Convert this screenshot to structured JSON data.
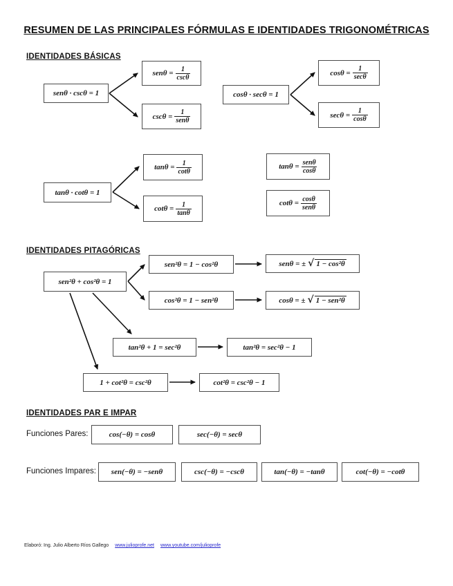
{
  "page": {
    "title": "RESUMEN DE LAS PRINCIPALES FÓRMULAS E IDENTIDADES TRIGONOMÉTRICAS"
  },
  "sections": {
    "basicas": {
      "heading": "IDENTIDADES BÁSICAS",
      "sen_csc": {
        "root": "senθ · cscθ = 1",
        "top": {
          "lhs": "senθ =",
          "num": "1",
          "den": "cscθ"
        },
        "bottom": {
          "lhs": "cscθ =",
          "num": "1",
          "den": "senθ"
        }
      },
      "cos_sec": {
        "root": "cosθ · secθ = 1",
        "top": {
          "lhs": "cosθ =",
          "num": "1",
          "den": "secθ"
        },
        "bottom": {
          "lhs": "secθ =",
          "num": "1",
          "den": "cosθ"
        }
      },
      "tan_cot": {
        "root": "tanθ · cotθ = 1",
        "top": {
          "lhs": "tanθ =",
          "num": "1",
          "den": "cotθ"
        },
        "bottom": {
          "lhs": "cotθ =",
          "num": "1",
          "den": "tanθ"
        }
      },
      "quotient_tan": {
        "lhs": "tanθ =",
        "num": "senθ",
        "den": "cosθ"
      },
      "quotient_cot": {
        "lhs": "cotθ =",
        "num": "cosθ",
        "den": "senθ"
      }
    },
    "pitagoricas": {
      "heading": "IDENTIDADES PITAGÓRICAS",
      "root": "sen²θ + cos²θ = 1",
      "sen_sq": "sen²θ = 1 − cos²θ",
      "cos_sq": "cos²θ = 1 − sen²θ",
      "sen_sqrt": {
        "pre": "senθ = ±",
        "radicand": "1 − cos²θ"
      },
      "cos_sqrt": {
        "pre": "cosθ = ±",
        "radicand": "1 − sen²θ"
      },
      "tan_sec": "tan²θ + 1 = sec²θ",
      "tan_sec_solved": "tan²θ = sec²θ − 1",
      "cot_csc": "1 + cot²θ = csc²θ",
      "cot_csc_solved": "cot²θ = csc²θ − 1"
    },
    "par_impar": {
      "heading": "IDENTIDADES PAR E IMPAR",
      "pares_label": "Funciones Pares:",
      "pares": [
        "cos(−θ) = cosθ",
        "sec(−θ) = secθ"
      ],
      "impares_label": "Funciones Impares:",
      "impares": [
        "sen(−θ) = −senθ",
        "csc(−θ) = −cscθ",
        "tan(−θ) = −tanθ",
        "cot(−θ) = −cotθ"
      ]
    }
  },
  "footer": {
    "credit": "Elaboró: Ing. Julio Alberto Ríos Gallego",
    "links": [
      "www.julioprofe.net",
      "www.youtube.com/julioprofe"
    ],
    "link_color": "#2626cc"
  }
}
